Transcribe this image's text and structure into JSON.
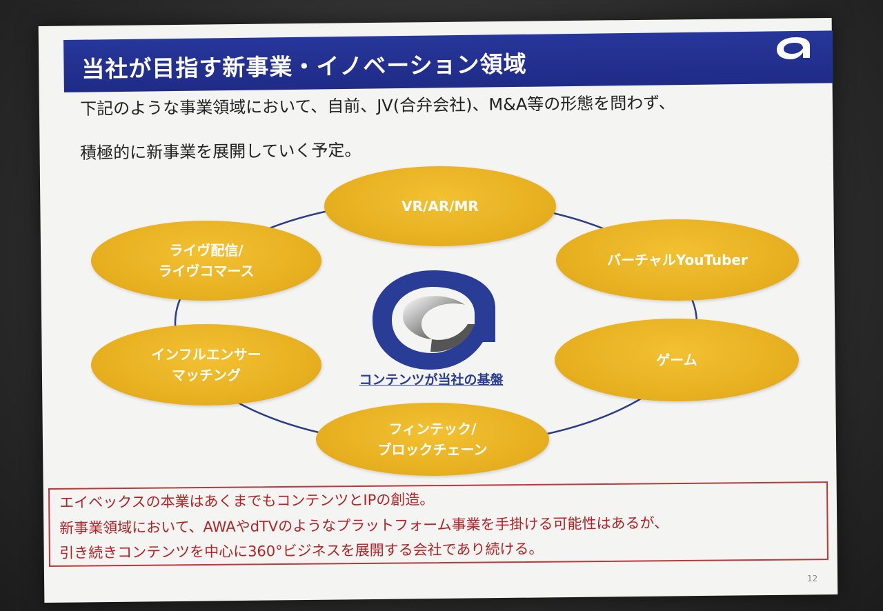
{
  "slide": {
    "title": "当社が目指す新事業・イノベーション領域",
    "intro_line1": "下記のような事業領域において、自前、JV(合弁会社)、M&A等の形態を問わず、",
    "intro_line2": "積極的に新事業を展開していく予定。",
    "nodes": [
      {
        "label": "VR/AR/MR"
      },
      {
        "label": "バーチャルYouTuber"
      },
      {
        "label": "ゲーム"
      },
      {
        "label": "フィンテック/\nブロックチェーン"
      },
      {
        "label": "インフルエンサー\nマッチング"
      },
      {
        "label": "ライヴ配信/\nライヴコマース"
      }
    ],
    "center_caption": "コンテンツが当社の基盤",
    "note": {
      "line1": "エイベックスの本業はあくまでもコンテンツとIPの創造。",
      "line2": "新事業領域において、AWAやdTVのようなプラットフォーム事業を手掛ける可能性はあるが、",
      "line3": "引き続きコンテンツを中心に360°ビジネスを展開する会社であり続ける。"
    },
    "page_number": "12",
    "colors": {
      "title_bar": "#1f2b86",
      "node_fill": "#e6ae1f",
      "circle_stroke": "#2a3d86",
      "note_text": "#b32427",
      "note_border": "#b8383c"
    },
    "logo_icon": "avex-logo-icon"
  }
}
